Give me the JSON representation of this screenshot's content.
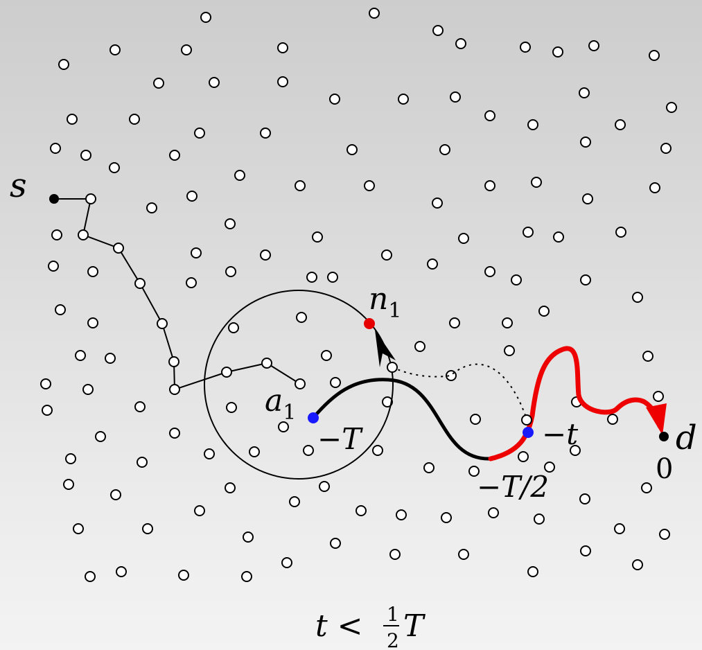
{
  "labels": {
    "source": "s",
    "destination": "d",
    "node_a": "a",
    "node_a_sub": "1",
    "node_n": "n",
    "node_n_sub": "1",
    "time_minus_T": "−T",
    "time_minus_T_half": "−T/2",
    "time_minus_t": "−t",
    "time_zero": "0",
    "caption_left": "t <",
    "caption_num": "1",
    "caption_den": "2",
    "caption_right": "T"
  },
  "colors": {
    "background_top": "#cdcdcd",
    "background_bottom": "#f3f3f3",
    "node_fill": "#ffffff",
    "node_stroke": "#000000",
    "endpoint": "#000000",
    "node_a_color": "#1a1aff",
    "node_n_color": "#e60000",
    "recent_path": "#ee0000",
    "old_path": "#000000"
  }
}
